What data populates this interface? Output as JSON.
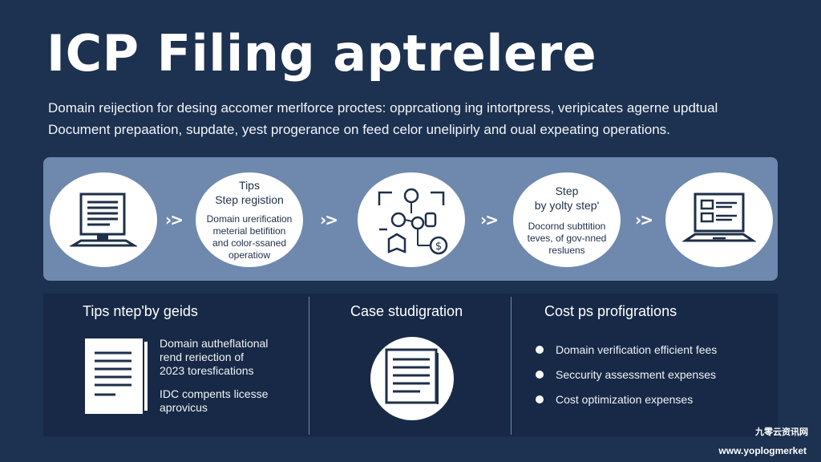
{
  "header": {
    "title": "ICP Filing aptrelere",
    "subtitle_line1": "Domain reijection for desing accomer merlforce proctes: opprcationg ing intortpress, veripicates agerne updtual",
    "subtitle_line2": "Document prepaation, supdate, yest progerance on feed celor unelipirly and oual expeating operations."
  },
  "process": {
    "arrow": "›>",
    "steps": [
      {
        "icon": "monitor-document-icon"
      },
      {
        "t1": "Tips",
        "t2": "Step registion",
        "t3a": "Domain urerification",
        "t3b": "meterial betifition",
        "t3c": "and color-ssaned",
        "t3d": "operatiow"
      },
      {
        "icon": "security-network-icon"
      },
      {
        "t1": "Step",
        "t2": "by yolty step'",
        "t3a": "Docornd subttition",
        "t3b": "teves, of gov-nned",
        "t3c": "resluens"
      },
      {
        "icon": "laptop-form-icon"
      }
    ]
  },
  "panels": {
    "left": {
      "title": "Tips ntep'by geids",
      "text1": "Domain autheflational",
      "text2": "rend reriection of",
      "text3": "2023 toresfications",
      "text4": "IDC compents licesse",
      "text5": "aprovicus"
    },
    "middle": {
      "title": "Case studigration"
    },
    "right": {
      "title": "Cost ps profigrations",
      "items": [
        "Domain verification efficient fees",
        "Seccurity assessment expenses",
        "Cost optimization expenses"
      ]
    }
  },
  "watermark": {
    "line1": "九零云资讯网",
    "line2": "www.yoplogmerket"
  },
  "colors": {
    "background": "#1d3150",
    "band": "#6f88ad",
    "panel": "#172946",
    "accent_dark": "#1e2f48"
  }
}
